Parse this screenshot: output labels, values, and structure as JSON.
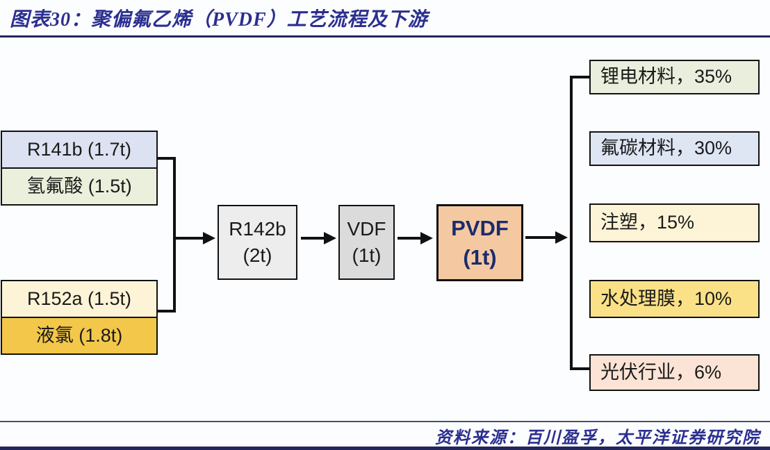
{
  "title": "图表30：聚偏氟乙烯（PVDF）工艺流程及下游",
  "source": "资料来源：百川盈孚，太平洋证券研究院",
  "colors": {
    "title_navy": "#2b2f8f",
    "rule_navy": "#23265a",
    "box_border": "#111111",
    "connector": "#111111",
    "pvdf_text": "#1c2b6e"
  },
  "diagram": {
    "inputs_top": [
      {
        "text": "R141b (1.7t)",
        "fill": "#dce2f1"
      },
      {
        "text": "氢氟酸 (1.5t)",
        "fill": "#eaf0dc"
      }
    ],
    "inputs_bottom": [
      {
        "text": "R152a (1.5t)",
        "fill": "#fdf4d7"
      },
      {
        "text": "液氯 (1.8t)",
        "fill": "#f3c74a"
      }
    ],
    "process": [
      {
        "name": "R142b",
        "qty": "(2t)",
        "fill": "#ededee"
      },
      {
        "name": "VDF",
        "qty": "(1t)",
        "fill": "#dbdbdb"
      },
      {
        "name": "PVDF",
        "qty": "(1t)",
        "fill": "#f4c9a1"
      }
    ],
    "downstream": [
      {
        "text": "锂电材料，35%",
        "fill": "#e9eedd"
      },
      {
        "text": "氟碳材料，30%",
        "fill": "#dee5f3"
      },
      {
        "text": "注塑，15%",
        "fill": "#fdf4d7"
      },
      {
        "text": "水处理膜，10%",
        "fill": "#fae187"
      },
      {
        "text": "光伏行业，6%",
        "fill": "#fbe3d5"
      }
    ]
  }
}
